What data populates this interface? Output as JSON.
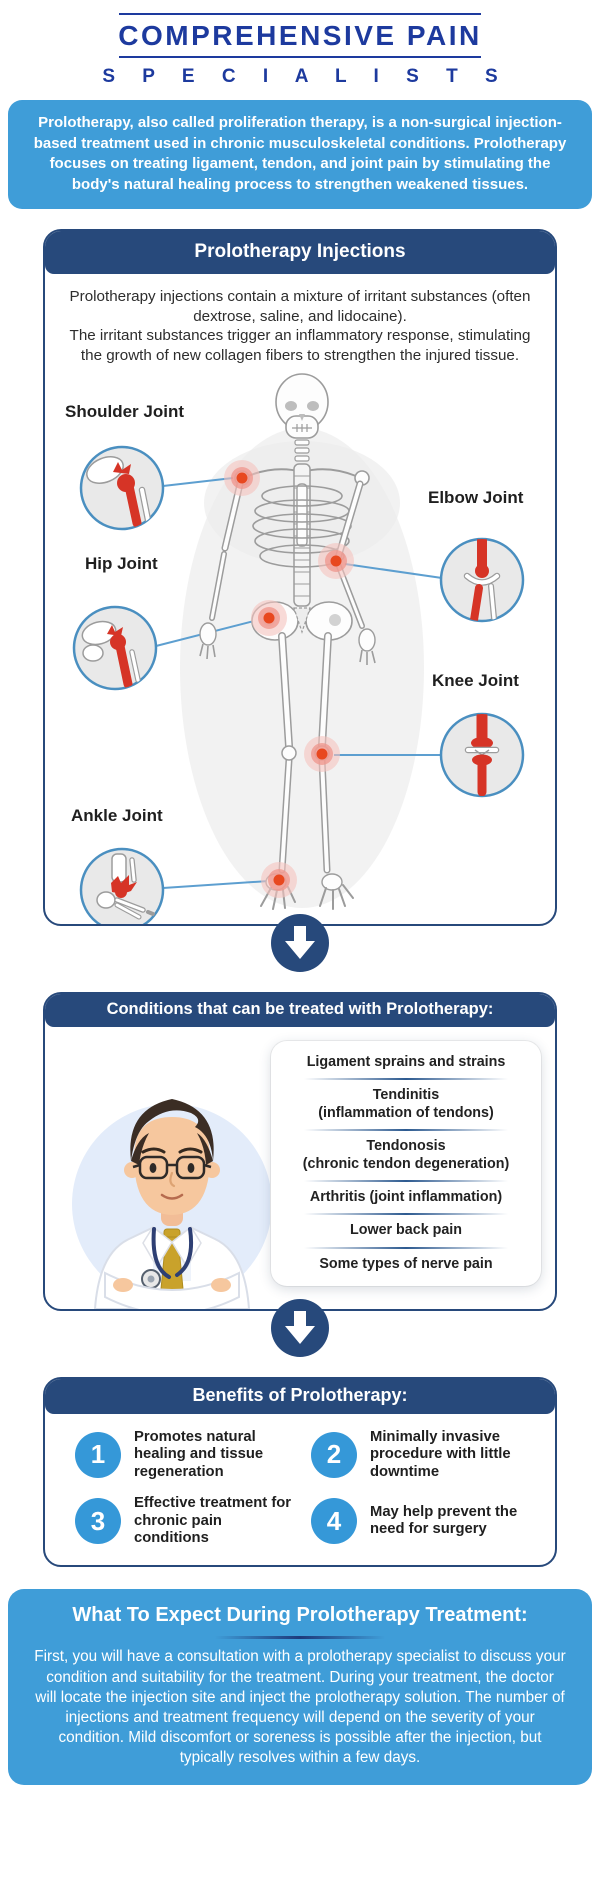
{
  "colors": {
    "navy": "#27497B",
    "sky_blue": "#3F9DD8",
    "number_circle_blue": "#3598D8",
    "logo_blue": "#1D3A9E",
    "joint_red": "#D63426",
    "connector_blue": "#5D9FD0"
  },
  "logo": {
    "line1": "COMPREHENSIVE PAIN",
    "line2": "S P E C I A L I S T S"
  },
  "intro": {
    "text": "Prolotherapy, also called proliferation therapy, is a non-surgical injection-based treatment used in chronic musculoskeletal conditions. Prolotherapy focuses on treating ligament, tendon, and joint pain by stimulating the body's natural healing process to strengthen weakened tissues."
  },
  "injections_card": {
    "title": "Prolotherapy Injections",
    "description": "Prolotherapy injections contain a mixture of irritant substances (often dextrose, saline, and lidocaine).\nThe irritant substances trigger an inflammatory response, stimulating the growth of new collagen fibers to strengthen the injured tissue.",
    "joints": [
      {
        "label": "Shoulder Joint"
      },
      {
        "label": "Elbow Joint"
      },
      {
        "label": "Hip Joint"
      },
      {
        "label": "Knee Joint"
      },
      {
        "label": "Ankle Joint"
      }
    ]
  },
  "conditions_card": {
    "title": "Conditions that can be treated with Prolotherapy:",
    "items": [
      "Ligament sprains and strains",
      "Tendinitis\n(inflammation of tendons)",
      "Tendonosis\n(chronic tendon degeneration)",
      "Arthritis (joint inflammation)",
      "Lower back pain",
      "Some types of nerve pain"
    ]
  },
  "benefits_card": {
    "title": "Benefits of Prolotherapy:",
    "items": [
      {
        "number": "1",
        "text": "Promotes natural healing and tissue regeneration"
      },
      {
        "number": "2",
        "text": "Minimally invasive procedure with little downtime"
      },
      {
        "number": "3",
        "text": "Effective treatment for chronic pain conditions"
      },
      {
        "number": "4",
        "text": "May help prevent the need for surgery"
      }
    ]
  },
  "expect_section": {
    "title": "What To Expect During Prolotherapy Treatment:",
    "text": "First, you will have a consultation with a prolotherapy specialist to discuss your condition and suitability for the treatment. During your treatment, the doctor will locate the injection site and inject the prolotherapy solution. The number of injections and treatment frequency will depend on the severity of your condition. Mild discomfort or soreness is possible after the injection, but typically resolves within a few days."
  }
}
